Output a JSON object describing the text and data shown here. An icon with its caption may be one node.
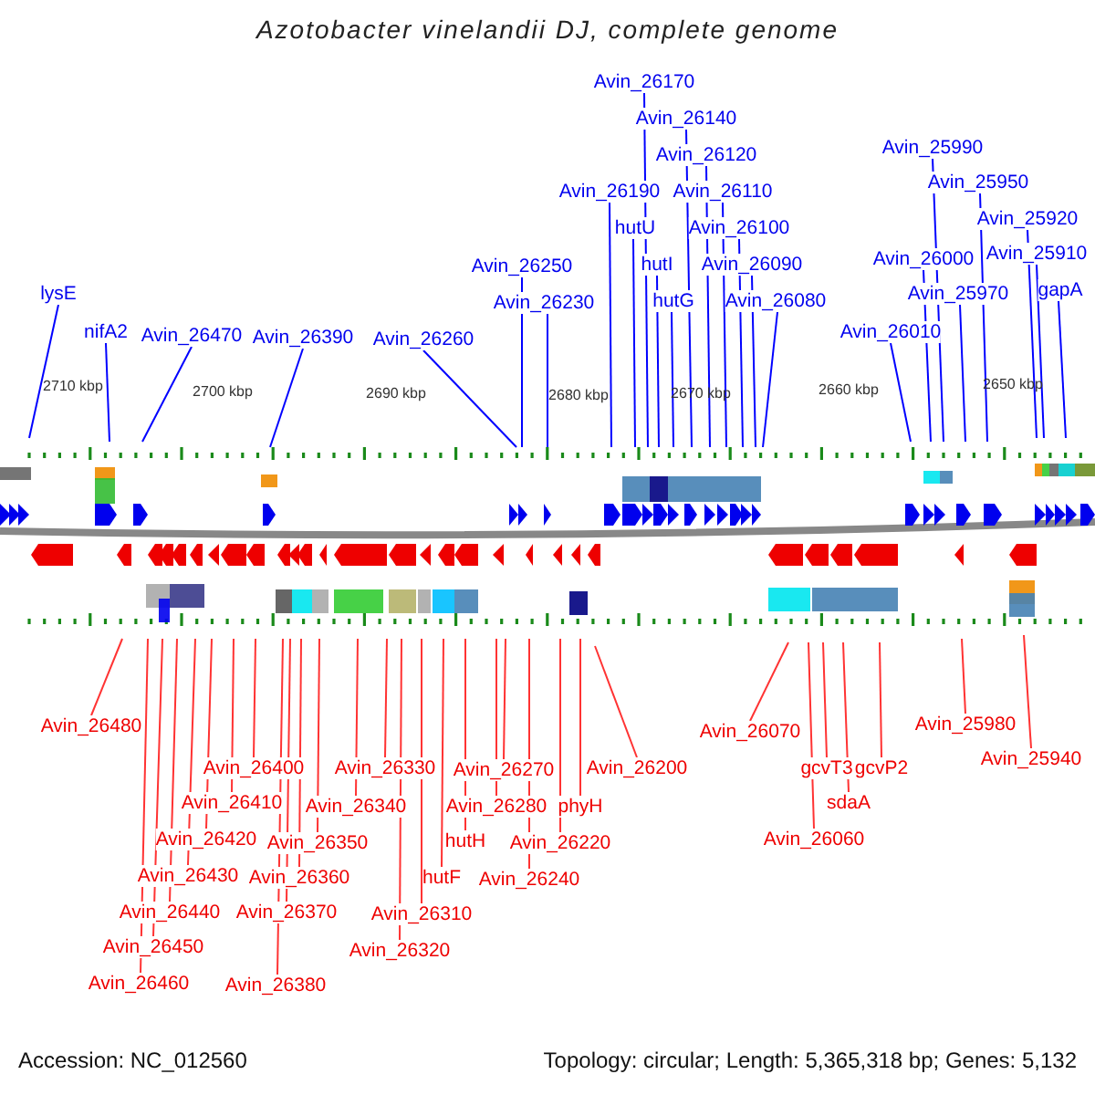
{
  "diagram": {
    "title": "Azotobacter vinelandii DJ, complete genome",
    "nodes": [
      {
        "text": [
          "lysE"
        ]
      },
      {
        "text": [
          "nifA2"
        ]
      },
      {
        "text": [
          "Avin_26470"
        ]
      },
      {
        "text": [
          "Avin_26390"
        ]
      },
      {
        "text": [
          "Avin_26260"
        ]
      },
      {
        "text": [
          "Avin_26250"
        ]
      },
      {
        "text": [
          "Avin_26230"
        ]
      },
      {
        "text": [
          "Avin_26190"
        ]
      },
      {
        "text": [
          "Avin_26170"
        ]
      },
      {
        "text": [
          "hutU"
        ]
      },
      {
        "text": [
          "Avin_26140"
        ]
      },
      {
        "text": [
          "hutI"
        ]
      },
      {
        "text": [
          "Avin_26120"
        ]
      },
      {
        "text": [
          "hutG"
        ]
      },
      {
        "text": [
          "Avin_26110"
        ]
      },
      {
        "text": [
          "Avin_26100"
        ]
      },
      {
        "text": [
          "Avin_26090"
        ]
      },
      {
        "text": [
          "Avin_26080"
        ]
      },
      {
        "text": [
          "Avin_26010"
        ]
      },
      {
        "text": [
          "Avin_26000"
        ]
      },
      {
        "text": [
          "Avin_25990"
        ]
      },
      {
        "text": [
          "Avin_25970"
        ]
      },
      {
        "text": [
          "Avin_25950"
        ]
      },
      {
        "text": [
          "Avin_25920"
        ]
      },
      {
        "text": [
          "Avin_25910"
        ]
      },
      {
        "text": [
          "gapA"
        ]
      },
      {
        "text": [
          "Avin_26480"
        ]
      },
      {
        "text": [
          "Avin_26460"
        ]
      },
      {
        "text": [
          "Avin_26450"
        ]
      },
      {
        "text": [
          "Avin_26440"
        ]
      },
      {
        "text": [
          "Avin_26430"
        ]
      },
      {
        "text": [
          "Avin_26420"
        ]
      },
      {
        "text": [
          "Avin_26410"
        ]
      },
      {
        "text": [
          "Avin_26400"
        ]
      },
      {
        "text": [
          "Avin_26380"
        ]
      },
      {
        "text": [
          "Avin_26370"
        ]
      },
      {
        "text": [
          "Avin_26360"
        ]
      },
      {
        "text": [
          "Avin_26350"
        ]
      },
      {
        "text": [
          "Avin_26340"
        ]
      },
      {
        "text": [
          "Avin_26330"
        ]
      },
      {
        "text": [
          "Avin_26320"
        ]
      },
      {
        "text": [
          "Avin_26310"
        ]
      },
      {
        "text": [
          "hutF"
        ]
      },
      {
        "text": [
          "hutH"
        ]
      },
      {
        "text": [
          "Avin_26280"
        ]
      },
      {
        "text": [
          "Avin_26270"
        ]
      },
      {
        "text": [
          "Avin_26240"
        ]
      },
      {
        "text": [
          "Avin_26220"
        ]
      },
      {
        "text": [
          "phyH"
        ]
      },
      {
        "text": [
          "Avin_26200"
        ]
      },
      {
        "text": [
          "Avin_26070"
        ]
      },
      {
        "text": [
          "Avin_26060"
        ]
      },
      {
        "text": [
          "gcvT3"
        ]
      },
      {
        "text": [
          "sdaA"
        ]
      },
      {
        "text": [
          "gcvP2"
        ]
      },
      {
        "text": [
          "Avin_25980"
        ]
      },
      {
        "text": [
          "Avin_25940"
        ]
      }
    ],
    "edges": [
      {
        "from": 0,
        "to": null,
        "arrow": "none",
        "color": "#0000ff"
      },
      {
        "from": 1,
        "to": null,
        "arrow": "none",
        "color": "#0000ff"
      },
      {
        "from": 2,
        "to": null,
        "arrow": "none",
        "color": "#0000ff"
      },
      {
        "from": 3,
        "to": null,
        "arrow": "none",
        "color": "#0000ff"
      },
      {
        "from": 4,
        "to": null,
        "arrow": "none",
        "color": "#0000ff"
      },
      {
        "from": 5,
        "to": null,
        "arrow": "none",
        "color": "#0000ff"
      },
      {
        "from": 6,
        "to": null,
        "arrow": "none",
        "color": "#0000ff"
      },
      {
        "from": 7,
        "to": null,
        "arrow": "none",
        "color": "#0000ff"
      },
      {
        "from": 8,
        "to": null,
        "arrow": "none",
        "color": "#0000ff"
      },
      {
        "from": 9,
        "to": null,
        "arrow": "none",
        "color": "#0000ff"
      },
      {
        "from": 10,
        "to": null,
        "arrow": "none",
        "color": "#0000ff"
      },
      {
        "from": 11,
        "to": null,
        "arrow": "none",
        "color": "#0000ff"
      },
      {
        "from": 12,
        "to": null,
        "arrow": "none",
        "color": "#0000ff"
      },
      {
        "from": 13,
        "to": null,
        "arrow": "none",
        "color": "#0000ff"
      },
      {
        "from": 14,
        "to": null,
        "arrow": "none",
        "color": "#0000ff"
      },
      {
        "from": 15,
        "to": null,
        "arrow": "none",
        "color": "#0000ff"
      },
      {
        "from": 16,
        "to": null,
        "arrow": "none",
        "color": "#0000ff"
      },
      {
        "from": 17,
        "to": null,
        "arrow": "none",
        "color": "#0000ff"
      },
      {
        "from": 18,
        "to": null,
        "arrow": "none",
        "color": "#0000ff"
      },
      {
        "from": 19,
        "to": null,
        "arrow": "none",
        "color": "#0000ff"
      },
      {
        "from": 20,
        "to": null,
        "arrow": "none",
        "color": "#0000ff"
      },
      {
        "from": 21,
        "to": null,
        "arrow": "none",
        "color": "#0000ff"
      },
      {
        "from": 22,
        "to": null,
        "arrow": "none",
        "color": "#0000ff"
      },
      {
        "from": 23,
        "to": null,
        "arrow": "none",
        "color": "#0000ff"
      },
      {
        "from": 24,
        "to": null,
        "arrow": "none",
        "color": "#0000ff"
      },
      {
        "from": 25,
        "to": null,
        "arrow": "none",
        "color": "#0000ff"
      },
      {
        "from": 26,
        "to": null,
        "arrow": "none"
      },
      {
        "from": 27,
        "to": null,
        "arrow": "none"
      },
      {
        "from": 28,
        "to": null,
        "arrow": "none"
      },
      {
        "from": 29,
        "to": null,
        "arrow": "none"
      },
      {
        "from": 30,
        "to": null,
        "arrow": "none"
      },
      {
        "from": 31,
        "to": null,
        "arrow": "none"
      },
      {
        "from": 32,
        "to": null,
        "arrow": "none"
      },
      {
        "from": 33,
        "to": null,
        "arrow": "none"
      },
      {
        "from": 34,
        "to": null,
        "arrow": "none"
      },
      {
        "from": 35,
        "to": null,
        "arrow": "none"
      },
      {
        "from": 36,
        "to": null,
        "arrow": "none"
      },
      {
        "from": 37,
        "to": null,
        "arrow": "none"
      },
      {
        "from": 38,
        "to": null,
        "arrow": "none"
      },
      {
        "from": 39,
        "to": null,
        "arrow": "none"
      },
      {
        "from": 40,
        "to": null,
        "arrow": "none"
      },
      {
        "from": 41,
        "to": null,
        "arrow": "none"
      },
      {
        "from": 42,
        "to": null,
        "arrow": "none"
      },
      {
        "from": 43,
        "to": null,
        "arrow": "none"
      },
      {
        "from": 44,
        "to": null,
        "arrow": "none"
      },
      {
        "from": 45,
        "to": null,
        "arrow": "none"
      },
      {
        "from": 46,
        "to": null,
        "arrow": "none"
      },
      {
        "from": 47,
        "to": null,
        "arrow": "none"
      },
      {
        "from": 48,
        "to": null,
        "arrow": "none"
      },
      {
        "from": 49,
        "to": null,
        "arrow": "none"
      },
      {
        "from": 50,
        "to": null,
        "arrow": "none"
      },
      {
        "from": 51,
        "to": null,
        "arrow": "none"
      },
      {
        "from": 52,
        "to": null,
        "arrow": "none"
      },
      {
        "from": 53,
        "to": null,
        "arrow": "none"
      },
      {
        "from": 54,
        "to": null,
        "arrow": "none"
      },
      {
        "from": 55,
        "to": null,
        "arrow": "none"
      },
      {
        "from": 56,
        "to": null,
        "arrow": "none"
      }
    ],
    "labels": [
      "2710 kbp",
      "2700 kbp",
      "2690 kbp",
      "2680 kbp",
      "2670 kbp",
      "2660 kbp",
      "2650 kbp",
      "Accession: NC_012560",
      "Topology: circular; Length: 5,365,318 bp; Genes: 5,132"
    ]
  }
}
